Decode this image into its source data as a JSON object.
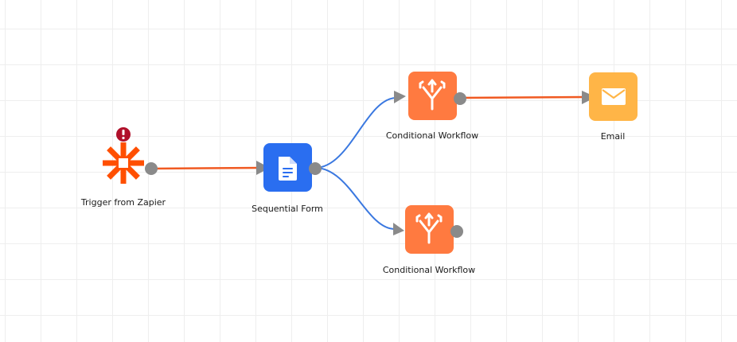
{
  "nodes": [
    {
      "id": "trigger",
      "label": "Trigger from Zapier",
      "icon": "zapier-logo-icon",
      "color": "#ff4f00",
      "has_error": true
    },
    {
      "id": "form",
      "label": "Sequential Form",
      "icon": "document-icon",
      "color": "#2a6ef0"
    },
    {
      "id": "cond1",
      "label": "Conditional Workflow",
      "icon": "split-arrows-icon",
      "color": "#ff7a40"
    },
    {
      "id": "cond2",
      "label": "Conditional Workflow",
      "icon": "split-arrows-icon",
      "color": "#ff7a40"
    },
    {
      "id": "email",
      "label": "Email",
      "icon": "envelope-icon",
      "color": "#ffb547"
    }
  ],
  "edges": [
    {
      "from": "trigger",
      "to": "form",
      "color": "#f05a22"
    },
    {
      "from": "form",
      "to": "cond1",
      "color": "#3a78e0"
    },
    {
      "from": "form",
      "to": "cond2",
      "color": "#3a78e0"
    },
    {
      "from": "cond1",
      "to": "email",
      "color": "#f05a22"
    }
  ],
  "error_icon": "exclamation-icon",
  "colors": {
    "port": "#8a8a8a",
    "arrow": "#8a8a8a",
    "error": "#b0102a"
  }
}
